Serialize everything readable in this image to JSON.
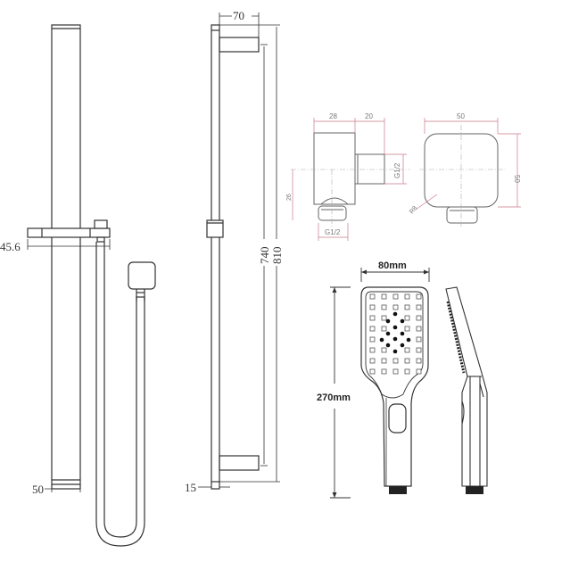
{
  "diagram": {
    "type": "technical-drawing",
    "subject": "shower rail kit with hand shower, wall elbow and hose",
    "views": {
      "front_rail": {
        "dimensions": {
          "bracket_offset": "45.6",
          "base_width": "50"
        }
      },
      "side_rail": {
        "dimensions": {
          "depth": "70",
          "inner_length": "740",
          "total_length": "810",
          "base_thickness": "15"
        }
      },
      "wall_elbow_side": {
        "dimensions": {
          "body_width": "28",
          "outlet_length": "20",
          "outlet_thread": "G1/2",
          "inlet_thread": "G1/2",
          "height_to_center": "26"
        }
      },
      "wall_elbow_front": {
        "dimensions": {
          "width": "50",
          "height": "50",
          "corner_radius": "R8"
        }
      },
      "hand_shower": {
        "dimensions": {
          "head_width": "80mm",
          "total_length": "270mm"
        }
      }
    },
    "colors": {
      "line": "#333333",
      "dimension_line_pink": "#c87a8a",
      "centerline": "#9a9a9a",
      "background": "#ffffff"
    }
  }
}
